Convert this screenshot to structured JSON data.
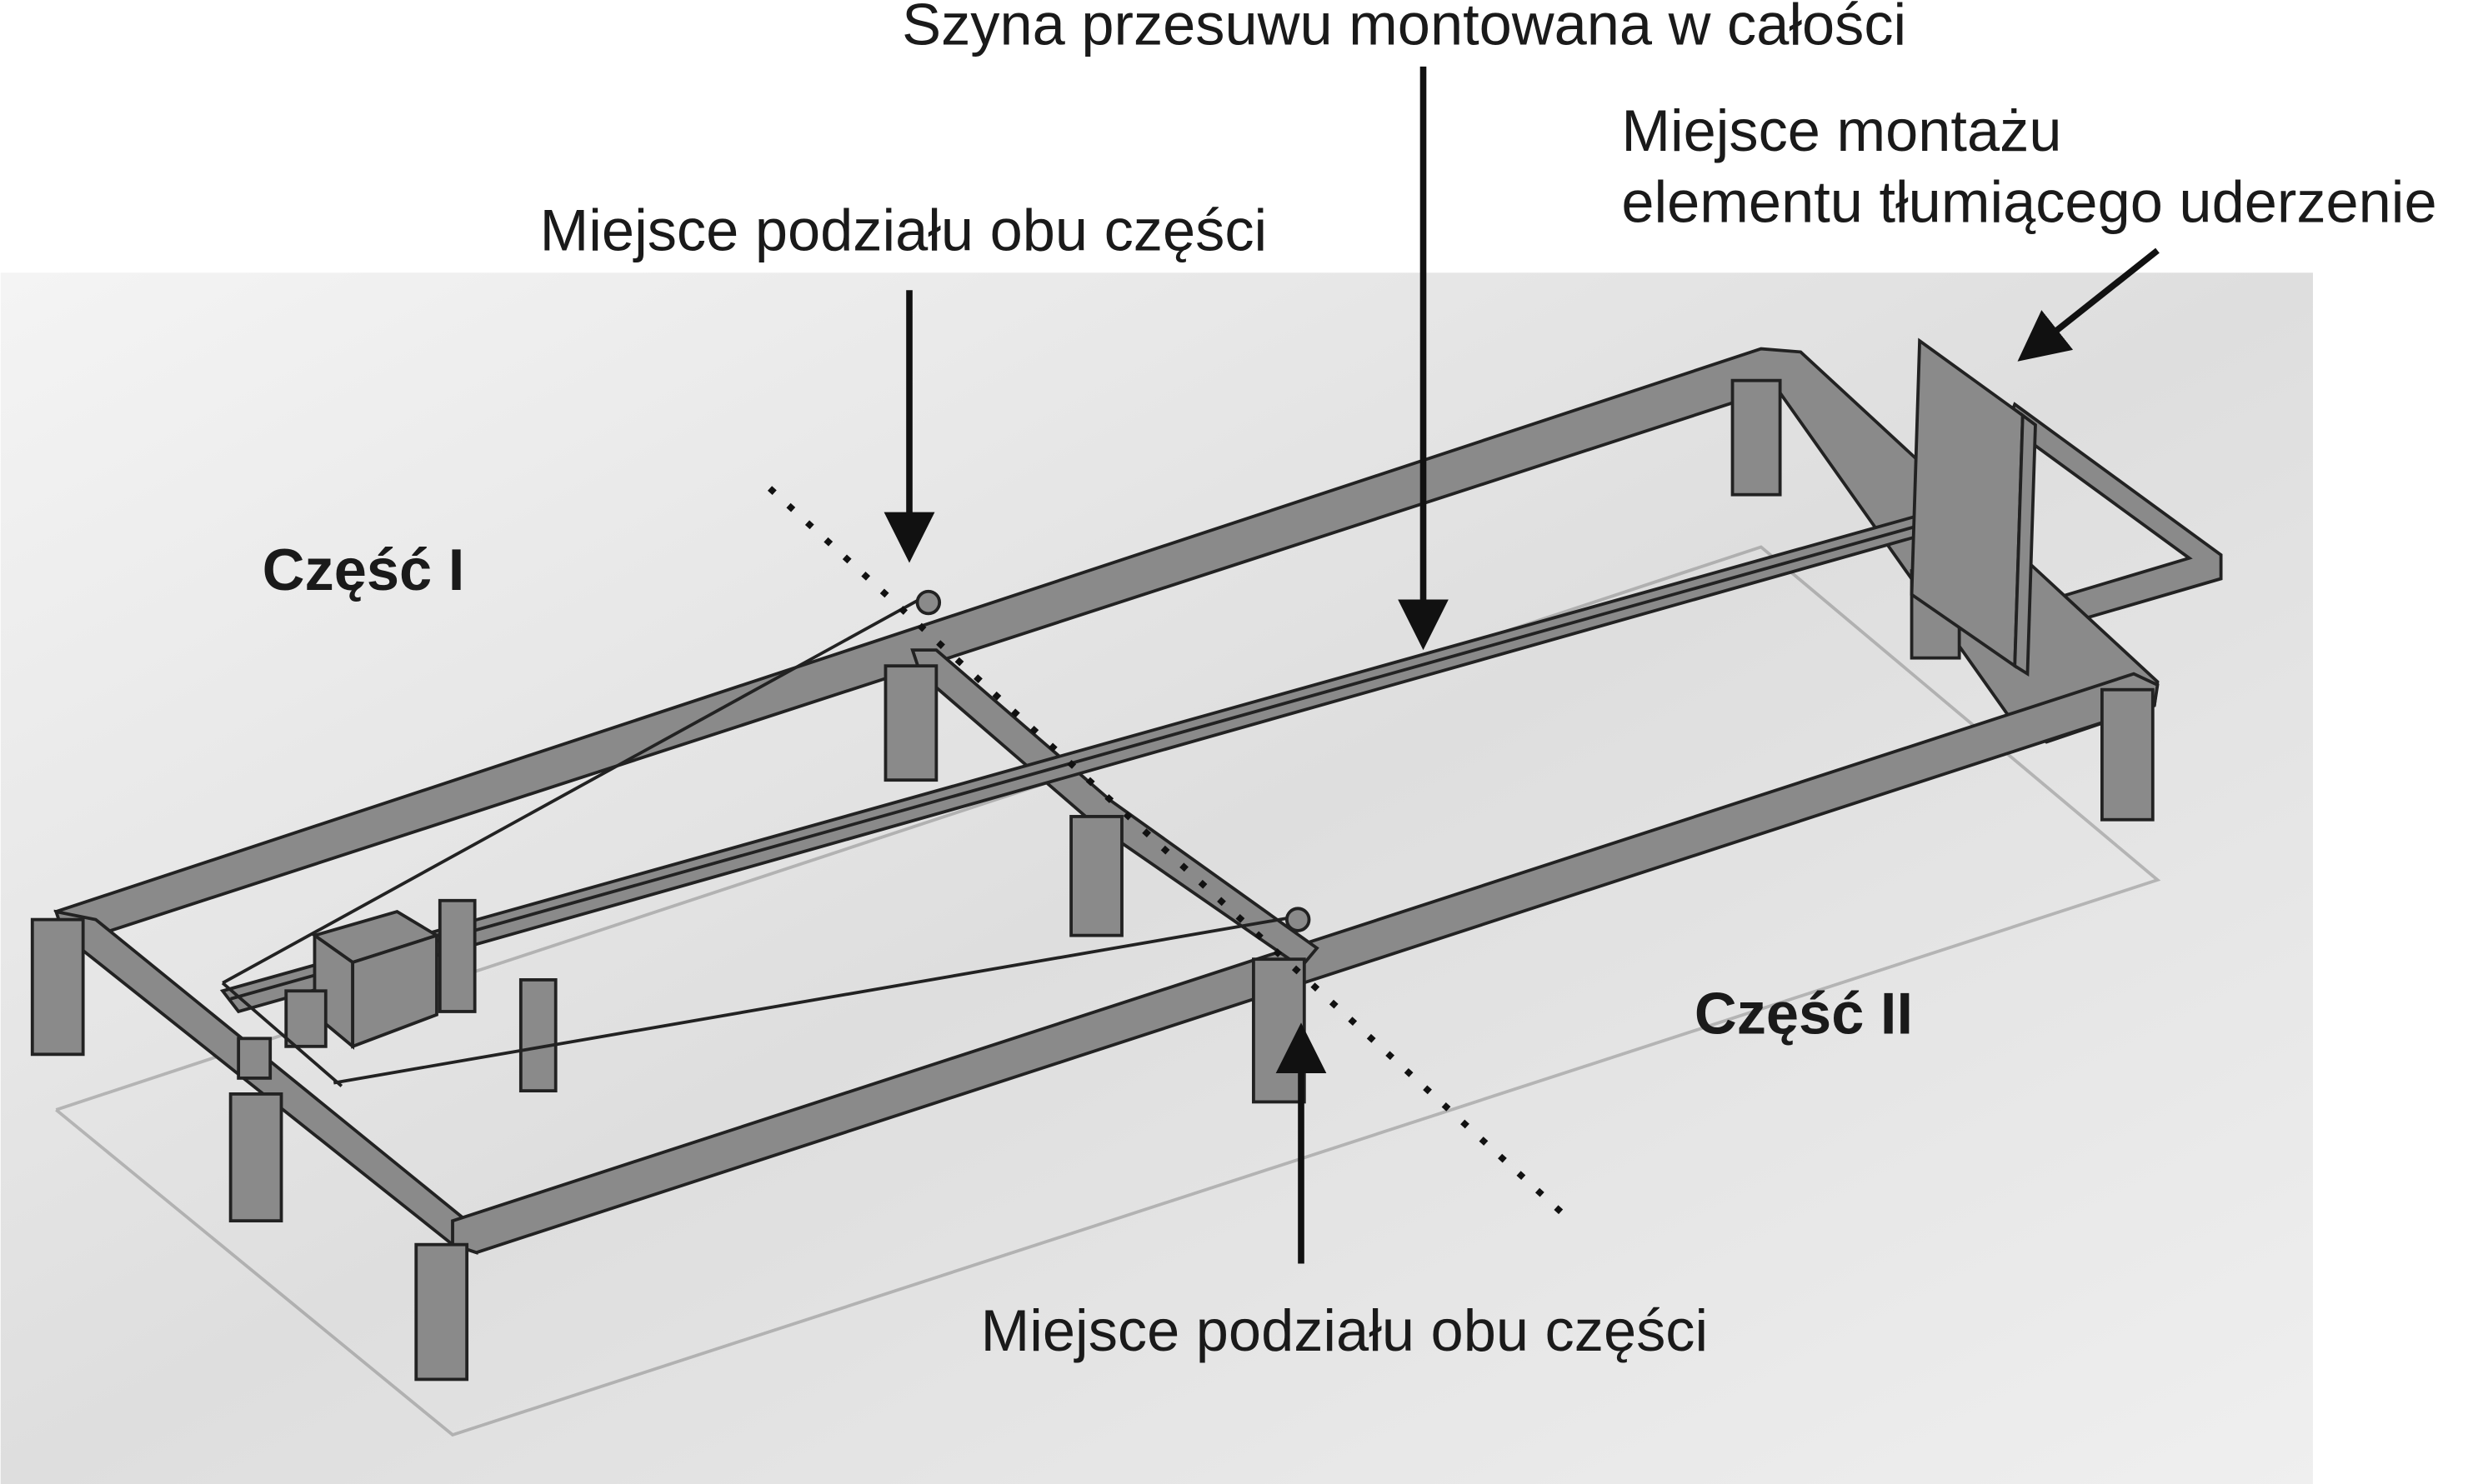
{
  "labels": {
    "rail": "Szyna przesuwu montowana w całości",
    "mount_line1": "Miejsce montażu",
    "mount_line2": "elementu tłumiącego uderzenie",
    "split_top": "Miejsce podziału obu części",
    "split_bottom": "Miejsce podziału obu części",
    "part1": "Część I",
    "part2": "Część II"
  },
  "colors": {
    "frame": "#8a8a8a",
    "background": "#e6e6e6",
    "text": "#1a1a1a"
  }
}
